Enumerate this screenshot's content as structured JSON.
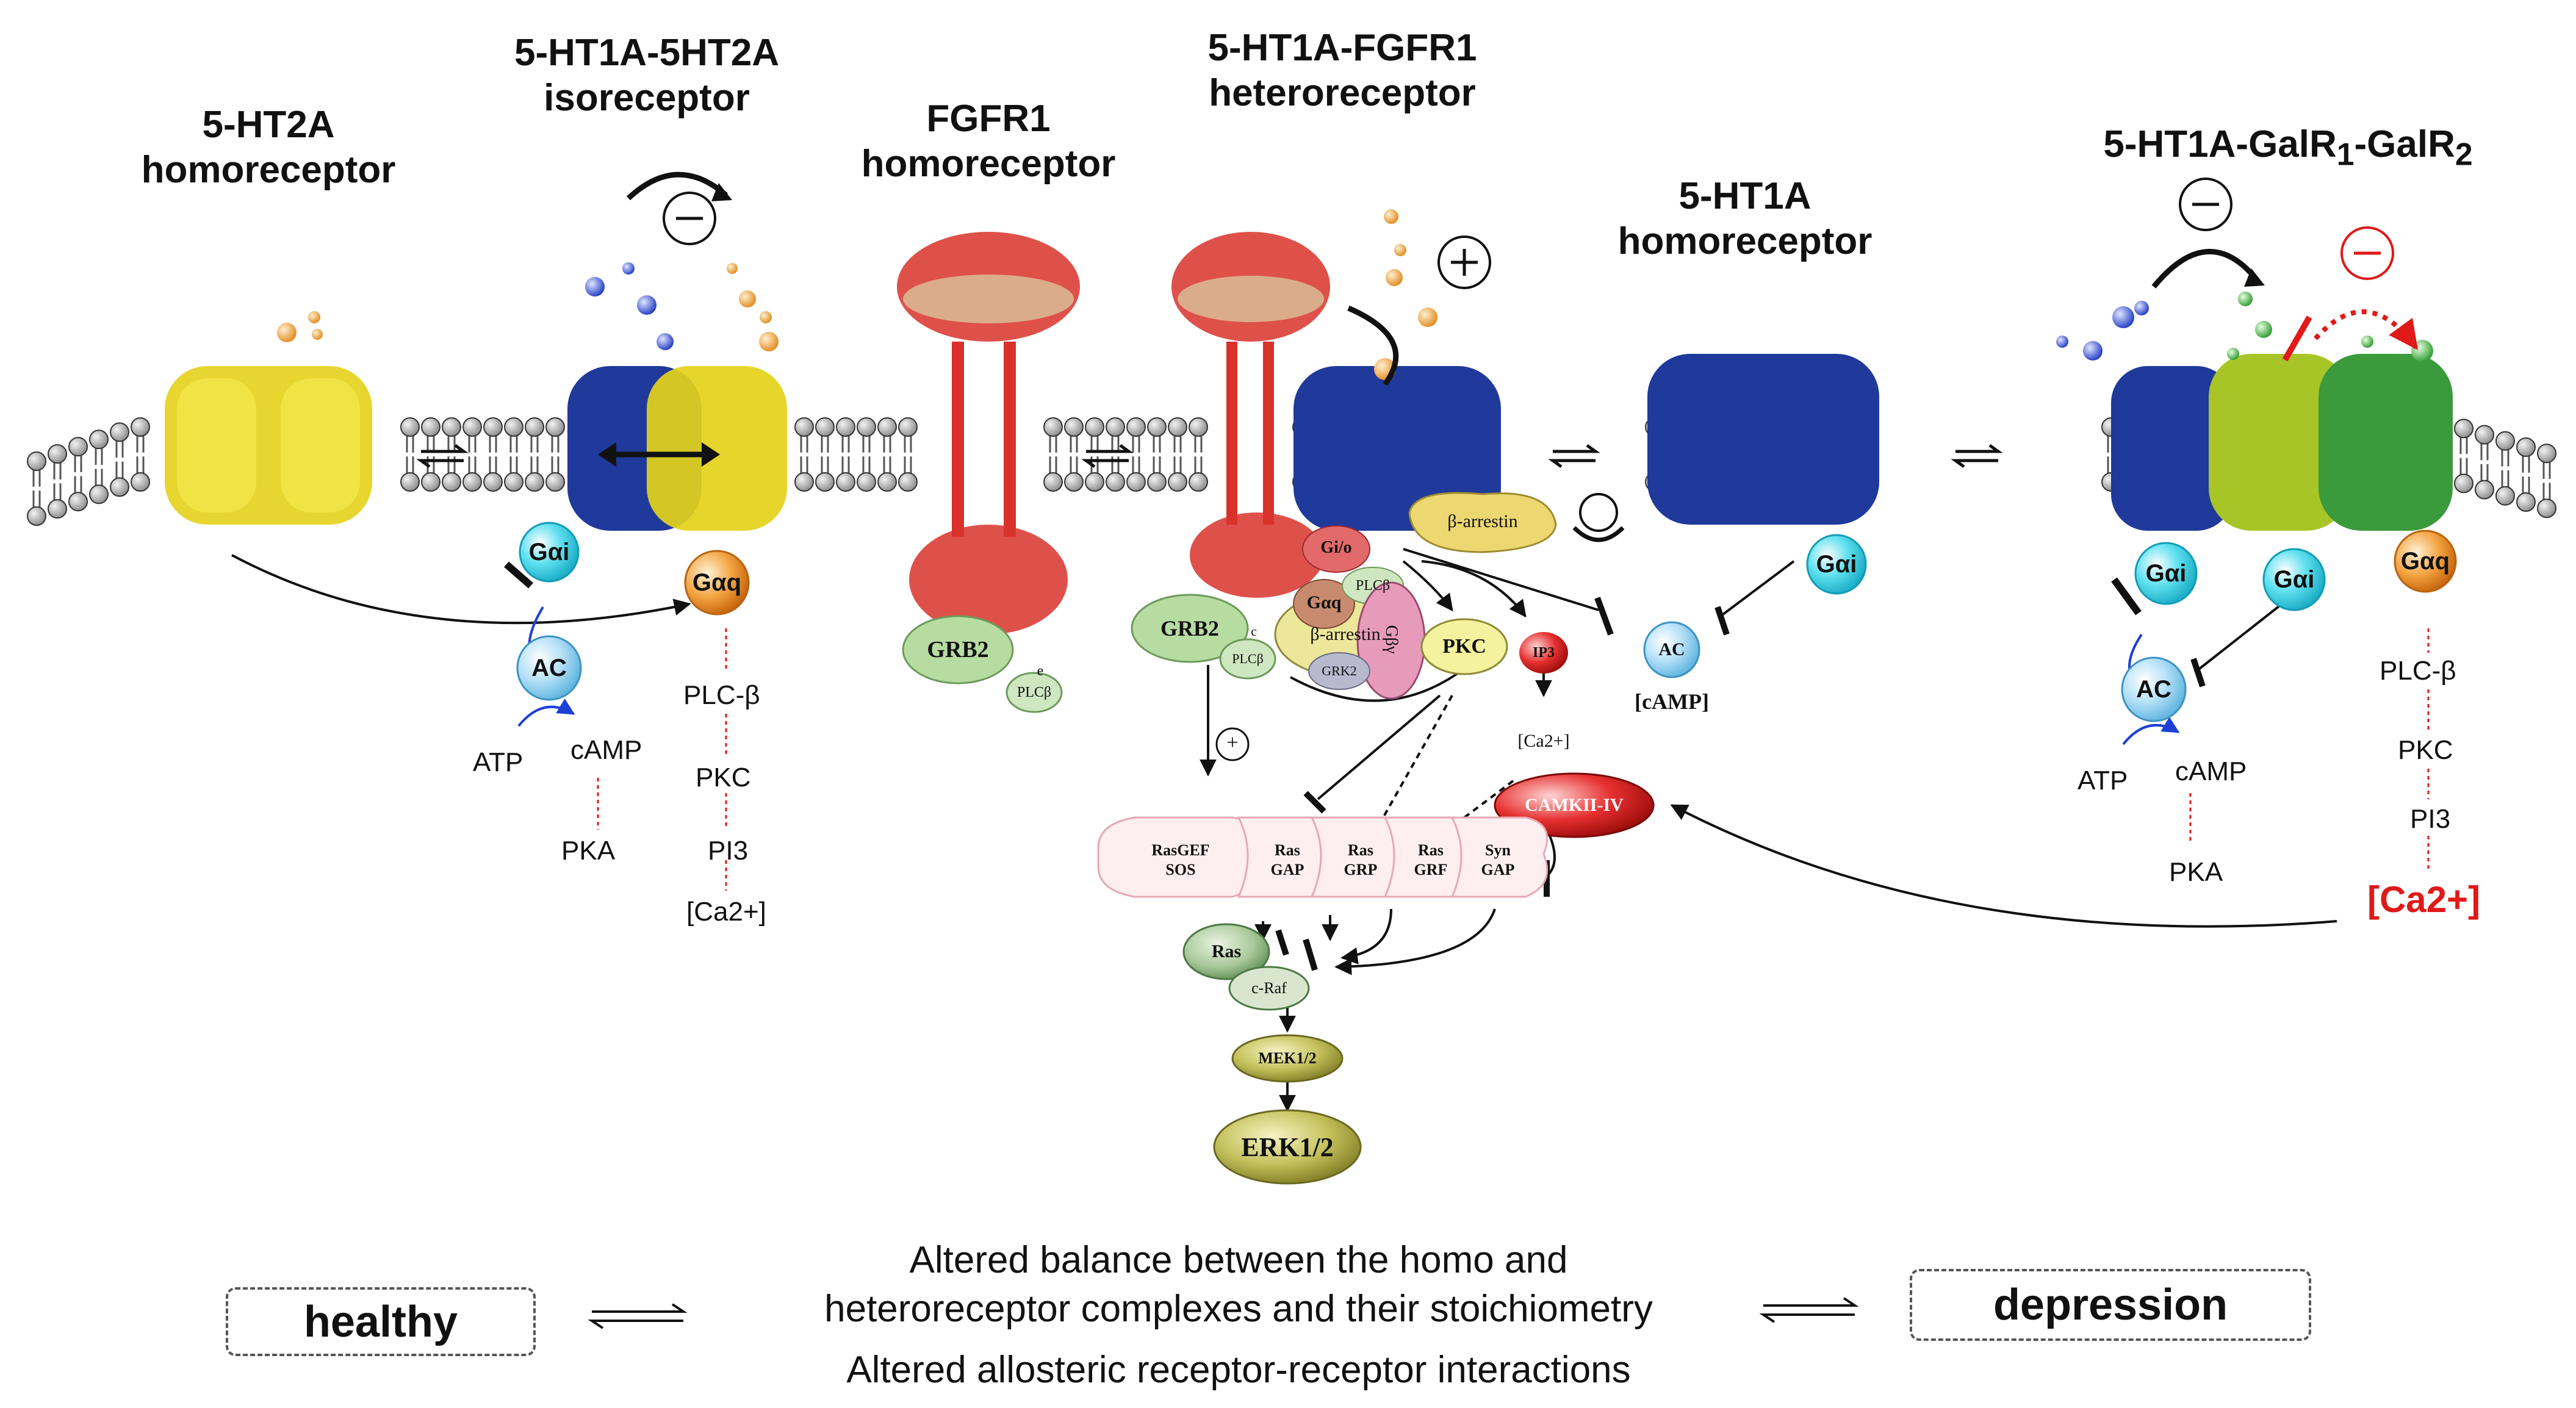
{
  "headers": {
    "ht2a": [
      "5-HT2A",
      "homoreceptor"
    ],
    "iso": [
      "5-HT1A-5HT2A",
      "isoreceptor"
    ],
    "fgfr1": [
      "FGFR1",
      "homoreceptor"
    ],
    "hetero": [
      "5-HT1A-FGFR1",
      "heteroreceptor"
    ],
    "ht1a": [
      "5-HT1A",
      "homoreceptor"
    ],
    "galr": "5-HT1A-GalR1-GalR2"
  },
  "left_cascade": {
    "gai": "Gαi",
    "gaq": "Gαq",
    "ac": "AC",
    "atp": "ATP",
    "camp": "cAMP",
    "pka": "PKA",
    "q_chain": [
      "PLC-β",
      "PKC",
      "PI3",
      "[Ca2+]"
    ]
  },
  "fgfr1_box": {
    "grb2": "GRB2",
    "e": "e",
    "plcb": "PLCβ"
  },
  "center": {
    "grb2": "GRB2",
    "e": "c",
    "plcb": "PLCβ",
    "gio": "Gi/o",
    "gaq": "Gαq",
    "plcb2": "PLCβ",
    "barrestin": "β-arrestin",
    "grk2": "GRK2",
    "gby": "Gβγ",
    "pkc": "PKC",
    "ip3": "IP3",
    "ca": "[Ca2+]",
    "camk": "CAMKII-IV",
    "barrestin_top": "β-arrestin",
    "ac": "AC",
    "camp": "[cAMP]",
    "gai": "Gαi",
    "plus": "+",
    "ras_family": [
      "RasGEF\nSOS",
      "Ras\nGAP",
      "Ras\nGRP",
      "Ras\nGRF",
      "Syn\nGAP"
    ],
    "ras": "Ras",
    "craf": "c-Raf",
    "mek": "MEK1/2",
    "erk": "ERK1/2"
  },
  "right_cascade": {
    "gai1": "Gαi",
    "gai2": "Gαi",
    "gaq": "Gαq",
    "ac": "AC",
    "atp": "ATP",
    "camp": "cAMP",
    "pka": "PKA",
    "q_chain": [
      "PLC-β",
      "PKC",
      "PI3"
    ],
    "ca": "[Ca2+]"
  },
  "footer": {
    "healthy": "healthy",
    "depression": "depression",
    "line1": "Altered balance between the homo and",
    "line2": "heteroreceptor complexes and their stoichiometry",
    "line3": "Altered allosteric receptor-receptor interactions"
  },
  "colors": {
    "yellow_receptor": "#e4d21a",
    "blue_receptor": "#1f3a9a",
    "red_receptor": "#d8322a",
    "lime_receptor": "#a8c528",
    "green_receptor": "#3b9a3b",
    "membrane_head": "#b5b5b5",
    "gai_ball": "#3cd3e6",
    "gaq_ball": "#f08a1e",
    "ac_ball": "#9fd3f0",
    "inhibit_red": "#e01919",
    "grb2": "#b7dca2"
  },
  "icons": [
    "membrane-bilayer",
    "receptor-helix-bundle",
    "ligand-spheres",
    "inhibition-bar",
    "equilibrium-arrows"
  ]
}
